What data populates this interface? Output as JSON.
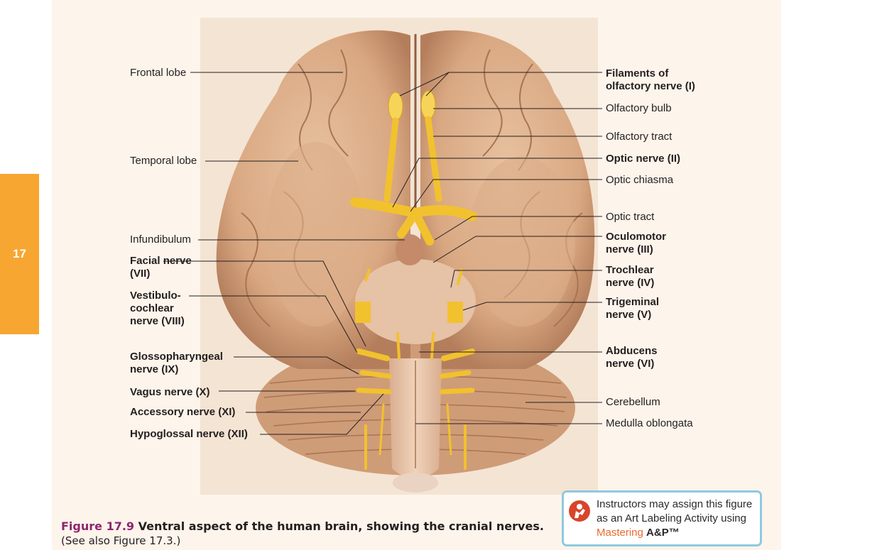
{
  "page": {
    "chapter_number": "17"
  },
  "figure": {
    "labels_left": [
      {
        "id": "frontal-lobe",
        "text": "Frontal lobe",
        "bold": false
      },
      {
        "id": "temporal-lobe",
        "text": "Temporal lobe",
        "bold": false
      },
      {
        "id": "infundibulum",
        "text": "Infundibulum",
        "bold": false
      },
      {
        "id": "facial-nerve",
        "text": "Facial nerve (VII)",
        "bold": true
      },
      {
        "id": "vestibulocochlear-nerve",
        "text": "Vestibulo- cochlear nerve (VIII)",
        "bold": true
      },
      {
        "id": "glossopharyngeal-nerve",
        "text": "Glossopharyngeal nerve (IX)",
        "bold": true
      },
      {
        "id": "vagus-nerve",
        "text": "Vagus nerve (X)",
        "bold": true
      },
      {
        "id": "accessory-nerve",
        "text": "Accessory nerve (XI)",
        "bold": true
      },
      {
        "id": "hypoglossal-nerve",
        "text": "Hypoglossal nerve (XII)",
        "bold": true
      }
    ],
    "labels_right": [
      {
        "id": "olfactory-filaments",
        "text": "Filaments of olfactory nerve (I)",
        "bold": true
      },
      {
        "id": "olfactory-bulb",
        "text": "Olfactory bulb",
        "bold": false
      },
      {
        "id": "olfactory-tract",
        "text": "Olfactory tract",
        "bold": false
      },
      {
        "id": "optic-nerve",
        "text": "Optic nerve (II)",
        "bold": true
      },
      {
        "id": "optic-chiasma",
        "text": "Optic chiasma",
        "bold": false
      },
      {
        "id": "optic-tract",
        "text": "Optic tract",
        "bold": false
      },
      {
        "id": "oculomotor-nerve",
        "text": "Oculomotor nerve (III)",
        "bold": true
      },
      {
        "id": "trochlear-nerve",
        "text": "Trochlear nerve (IV)",
        "bold": true
      },
      {
        "id": "trigeminal-nerve",
        "text": "Trigeminal nerve (V)",
        "bold": true
      },
      {
        "id": "abducens-nerve",
        "text": "Abducens nerve (VI)",
        "bold": true
      },
      {
        "id": "cerebellum",
        "text": "Cerebellum",
        "bold": false
      },
      {
        "id": "medulla-oblongata",
        "text": "Medulla oblongata",
        "bold": false
      }
    ]
  },
  "caption": {
    "number": "Figure 17.9",
    "title": "Ventral aspect of the human brain, showing the cranial nerves.",
    "note": "(See also Figure 17.3.)"
  },
  "mastering": {
    "text_before": "Instructors may assign this figure as an Art Labeling Activity using",
    "brand": "Mastering",
    "product": "A&P™"
  },
  "colors": {
    "panel": "#fdf4eb",
    "chapter_tab": "#f7a632",
    "brain": "#d9a882",
    "nerve": "#f2c12e",
    "caption_number": "#8b2770",
    "brand": "#e86a2e",
    "box_border": "#8fc9de"
  }
}
